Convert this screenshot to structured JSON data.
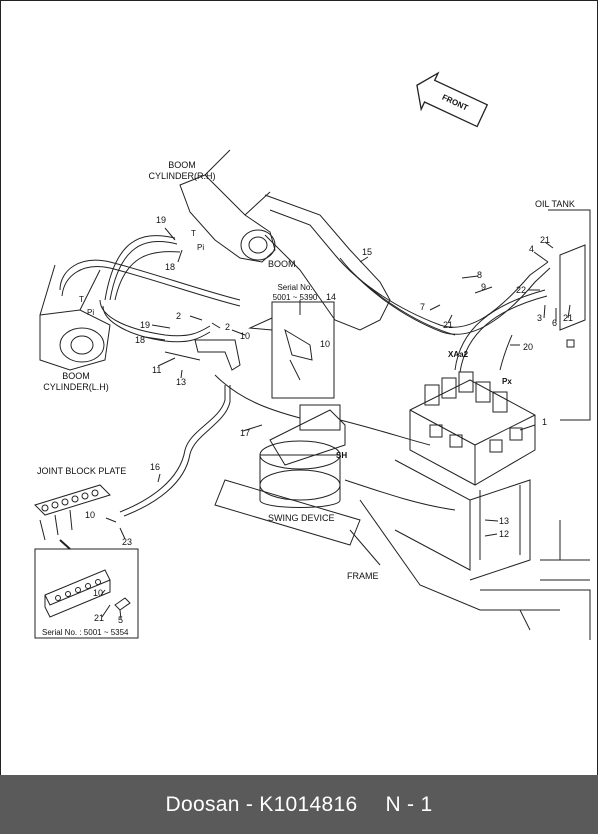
{
  "labels": {
    "front": "FRONT",
    "boom_cyl_rh_1": "BOOM",
    "boom_cyl_rh_2": "CYLINDER(R.H)",
    "boom": "BOOM",
    "oil_tank": "OIL TANK",
    "boom_cyl_lh_1": "BOOM",
    "boom_cyl_lh_2": "CYLINDER(L.H)",
    "serial_no": "Serial No.",
    "serial_range_a": "5001 ~ 5390",
    "joint_block_plate": "JOINT BLOCK PLATE",
    "swing_device": "SWING DEVICE",
    "frame": "FRAME",
    "serial_range_b": "Serial No. : 5001 ~ 5354",
    "xaa2": "XAa2",
    "px": "Px",
    "sh": "SH",
    "t_upper": "T",
    "pi_upper": "Pi",
    "t_lower": "T",
    "pi_lower": "Pi"
  },
  "callouts": {
    "n19a": "19",
    "n18a": "18",
    "n15": "15",
    "n4": "4",
    "n21a": "21",
    "n8": "8",
    "n9": "9",
    "n22": "22",
    "n7": "7",
    "n21b": "21",
    "n3": "3",
    "n6": "6",
    "n21c": "21",
    "n14": "14",
    "n10a": "10",
    "n2a": "2",
    "n2b": "2",
    "n10b": "10",
    "n19b": "19",
    "n18b": "18",
    "n11": "11",
    "n13a": "13",
    "n20": "20",
    "n1": "1",
    "n17": "17",
    "n16": "16",
    "n10c": "10",
    "n23": "23",
    "n13b": "13",
    "n12": "12",
    "n10d": "10",
    "n21d": "21",
    "n5": "5"
  },
  "footer": {
    "brand_part": "Doosan - K1014816",
    "page_ref": "N - 1"
  }
}
